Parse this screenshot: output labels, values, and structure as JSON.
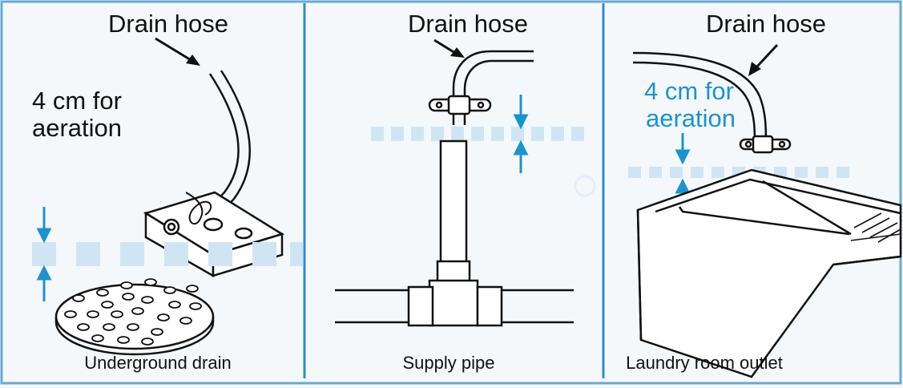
{
  "colors": {
    "background": "#f4f8fb",
    "panel_border": "#3a8fc4",
    "divider": "#2a8fc8",
    "accent": "#1b93cf",
    "dash": "#cfe5f4",
    "line": "#222222"
  },
  "panels": [
    {
      "title": "Drain hose",
      "aeration_note": [
        "4 cm for",
        "aeration"
      ],
      "caption": "Underground drain"
    },
    {
      "title": "Drain hose",
      "caption": "Supply pipe"
    },
    {
      "title": "Drain hose",
      "aeration_note": [
        "4 cm for",
        "aeration"
      ],
      "caption": "Laundry room outlet"
    }
  ]
}
